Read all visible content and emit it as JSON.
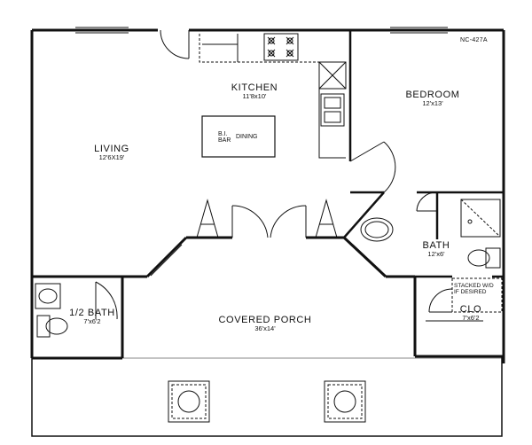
{
  "plan_code": "NC-427A",
  "rooms": {
    "kitchen": {
      "name": "KITCHEN",
      "dims": "11'8x10'"
    },
    "bedroom": {
      "name": "BEDROOM",
      "dims": "12'x13'"
    },
    "living": {
      "name": "LIVING",
      "dims": "12'6X19'"
    },
    "bath": {
      "name": "BATH",
      "dims": "12'x6'"
    },
    "half_bath": {
      "name": "1/2  BATH",
      "dims": "7'x6'2"
    },
    "porch": {
      "name": "COVERED PORCH",
      "dims": "36'x14'"
    },
    "closet": {
      "name": "CLO",
      "dims": "7'x6'2"
    }
  },
  "fixtures": {
    "bar_line1": "B.I.",
    "bar_line2": "BAR",
    "dining": "DINING",
    "washer_dryer_line1": "STACKED W/D",
    "washer_dryer_line2": "IF DESIRED"
  }
}
